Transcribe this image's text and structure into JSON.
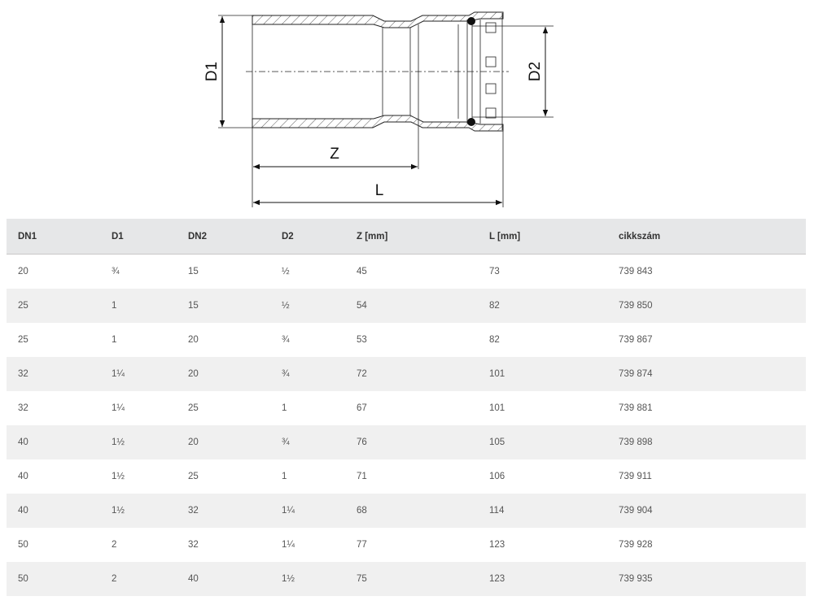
{
  "drawing": {
    "labels": {
      "d1": "D1",
      "d2": "D2",
      "z": "Z",
      "l": "L"
    }
  },
  "table": {
    "headers": [
      "DN1",
      "D1",
      "DN2",
      "D2",
      "Z [mm]",
      "L [mm]",
      "cikkszám"
    ],
    "rows": [
      [
        "20",
        "¾",
        "15",
        "½",
        "45",
        "73",
        "739 843"
      ],
      [
        "25",
        "1",
        "15",
        "½",
        "54",
        "82",
        "739 850"
      ],
      [
        "25",
        "1",
        "20",
        "¾",
        "53",
        "82",
        "739 867"
      ],
      [
        "32",
        "1¼",
        "20",
        "¾",
        "72",
        "101",
        "739 874"
      ],
      [
        "32",
        "1¼",
        "25",
        "1",
        "67",
        "101",
        "739 881"
      ],
      [
        "40",
        "1½",
        "20",
        "¾",
        "76",
        "105",
        "739 898"
      ],
      [
        "40",
        "1½",
        "25",
        "1",
        "71",
        "106",
        "739 911"
      ],
      [
        "40",
        "1½",
        "32",
        "1¼",
        "68",
        "114",
        "739 904"
      ],
      [
        "50",
        "2",
        "32",
        "1¼",
        "77",
        "123",
        "739 928"
      ],
      [
        "50",
        "2",
        "40",
        "1½",
        "75",
        "123",
        "739 935"
      ]
    ]
  }
}
